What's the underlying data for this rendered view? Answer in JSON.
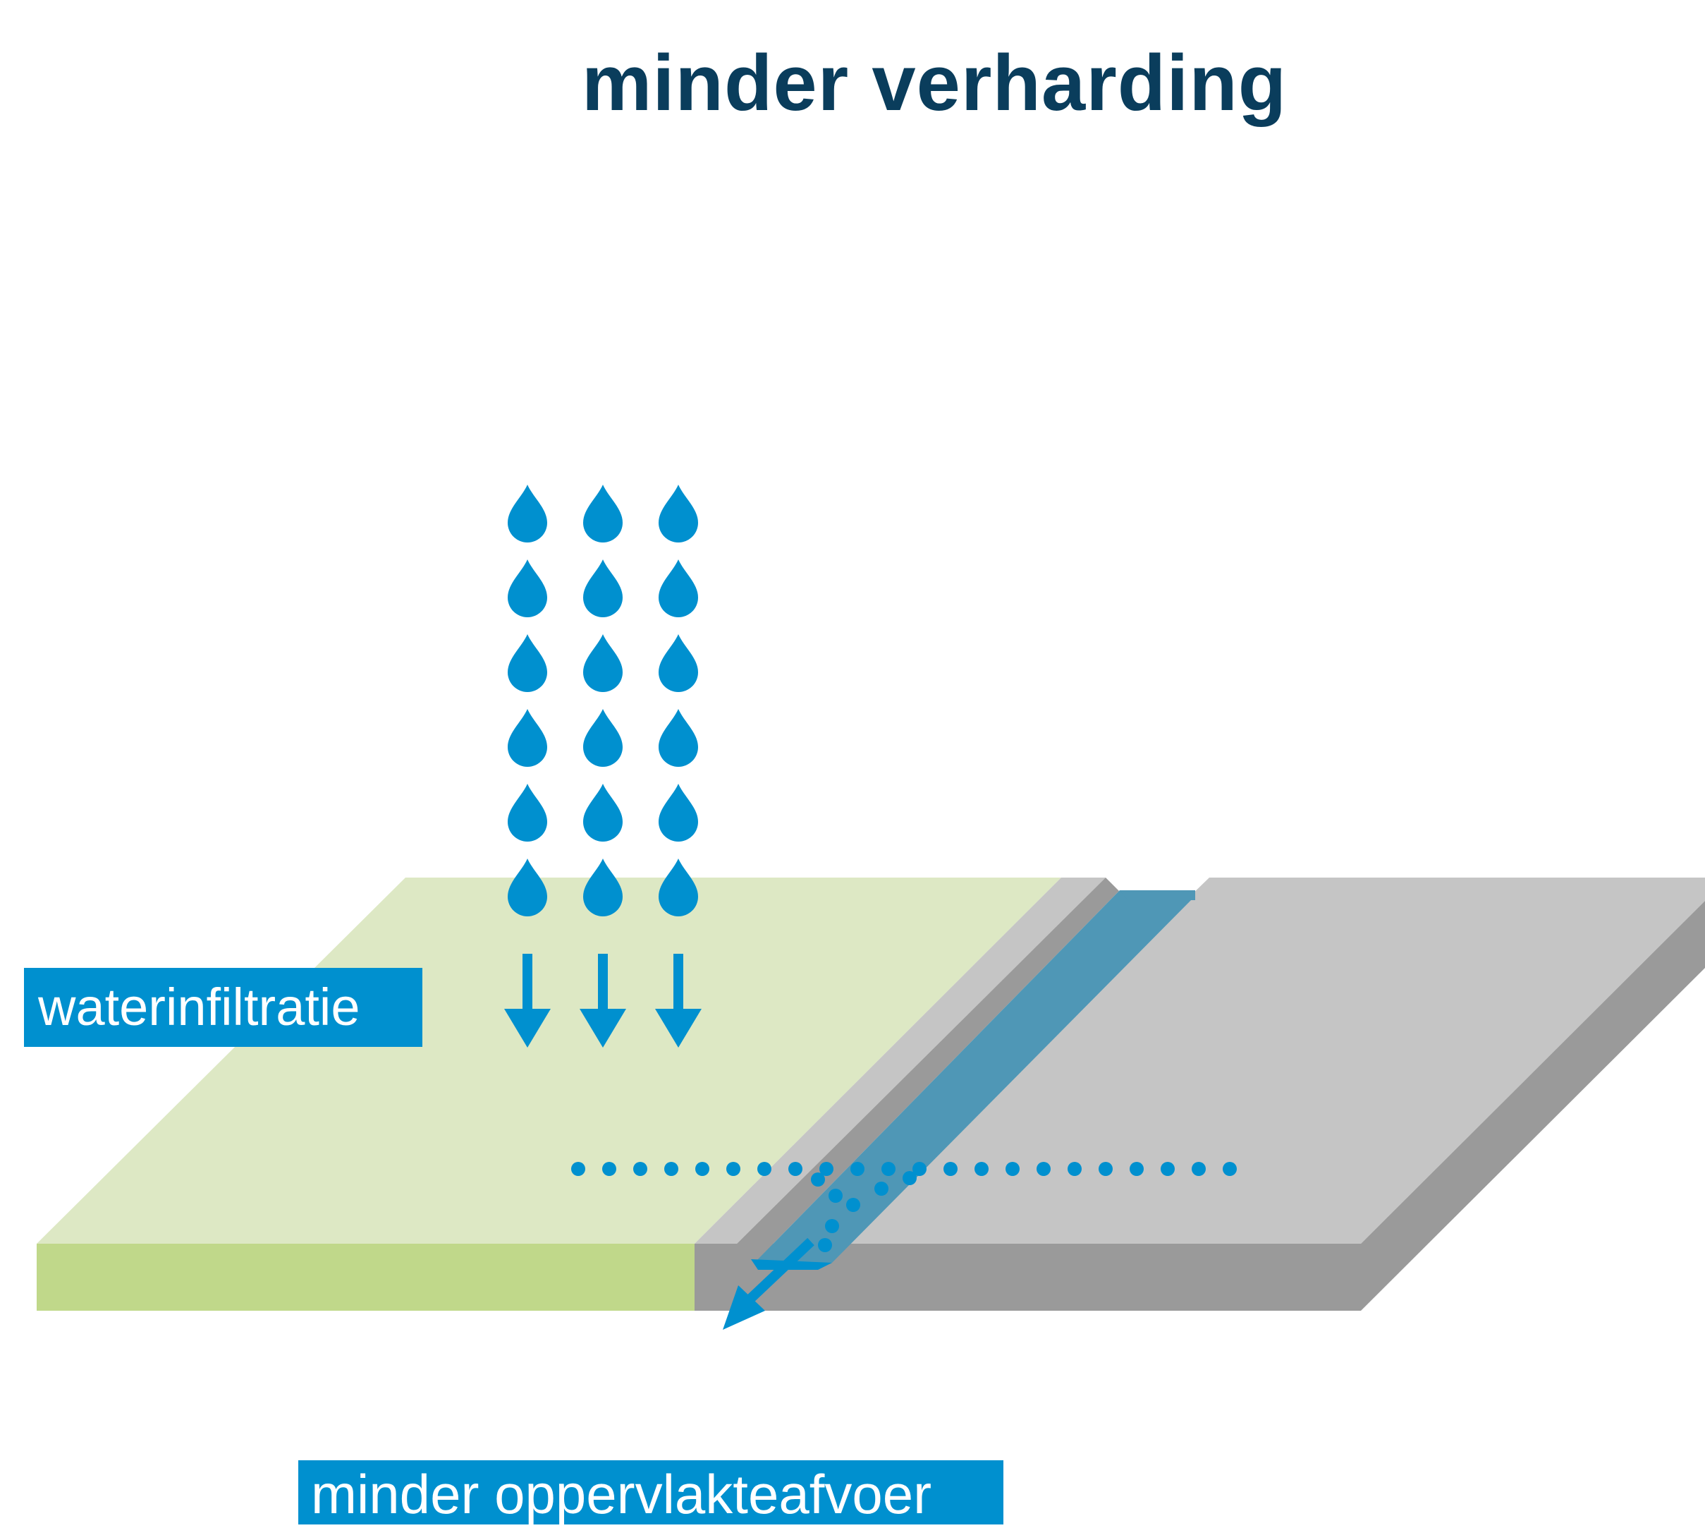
{
  "title": "minder verharding",
  "labels": {
    "infiltration": "waterinfiltratie",
    "runoff": "minder oppervlakteafvoer"
  },
  "colors": {
    "title": "#0a3d5c",
    "accent_blue": "#0090cf",
    "grass_top": "#dde8c4",
    "grass_side": "#c0d88a",
    "pavement_top": "#c5c5c5",
    "pavement_side": "#9a9a9a",
    "gutter_water": "#4f97b6"
  },
  "icons": {
    "raindrop": "raindrop-icon",
    "down_arrow": "arrow-down-icon",
    "runoff_arrow": "arrow-down-left-icon"
  },
  "rain": {
    "columns": 3,
    "rows": 6
  }
}
